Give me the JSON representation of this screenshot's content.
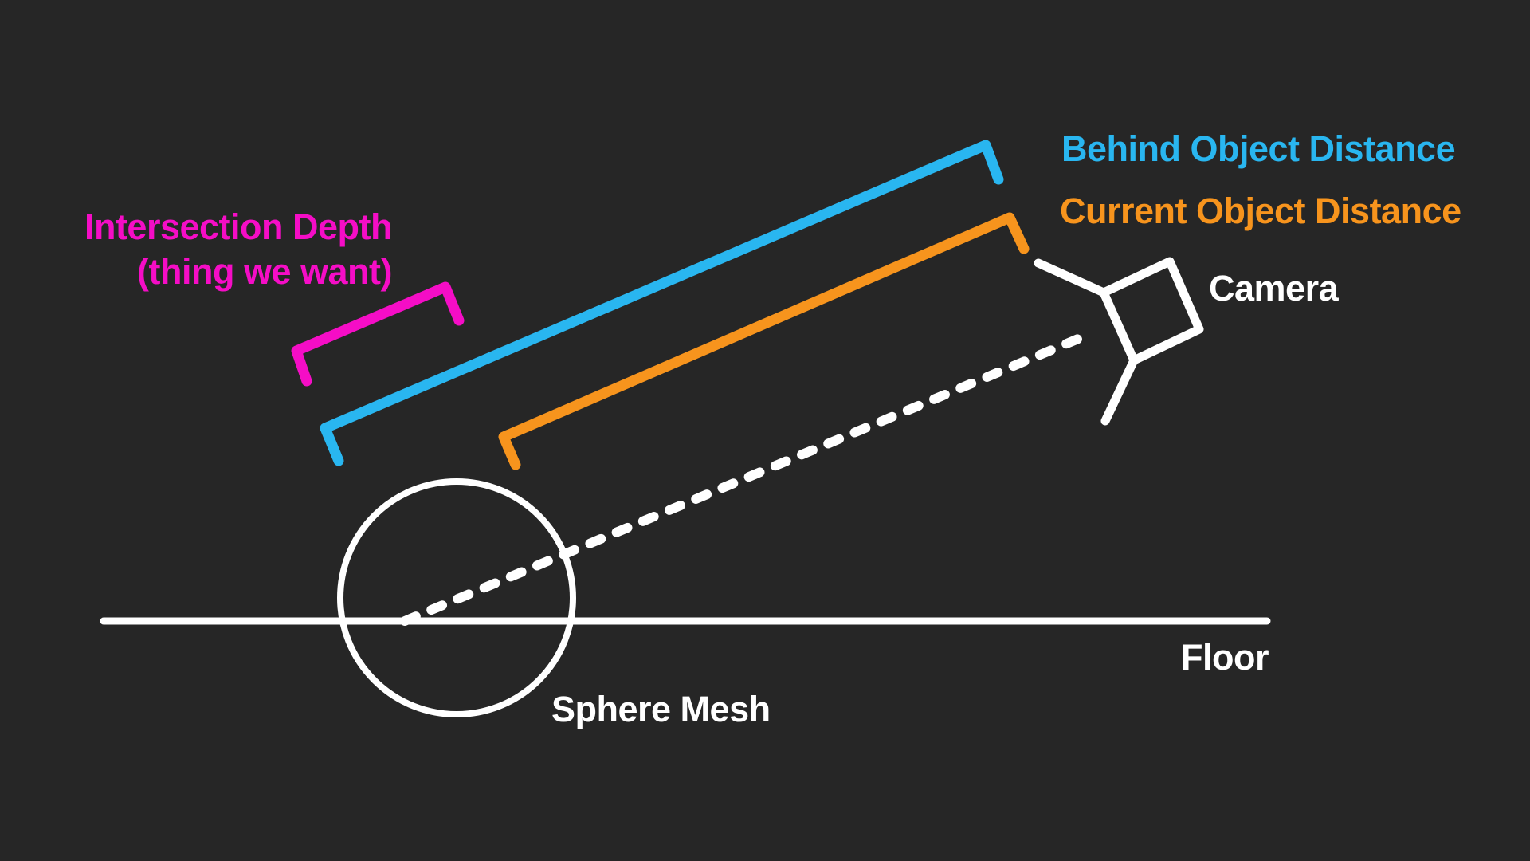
{
  "diagram": {
    "title_context": "camera intersection depth diagram",
    "labels": {
      "intersection_line1": "Intersection Depth",
      "intersection_line2": "(thing we want)",
      "behind_object_distance": "Behind Object Distance",
      "current_object_distance": "Current Object Distance",
      "camera": "Camera",
      "sphere_mesh": "Sphere Mesh",
      "floor": "Floor"
    },
    "icons": {
      "camera_icon": "diamond-camera-gizmo-with-legs",
      "sphere_icon": "outlined-circle",
      "ray_icon": "dashed-sight-line"
    },
    "colors": {
      "background": "#262626",
      "magenta": "#f50dc6",
      "blue": "#29b6f0",
      "orange": "#f7941d",
      "white": "#ffffff"
    }
  }
}
